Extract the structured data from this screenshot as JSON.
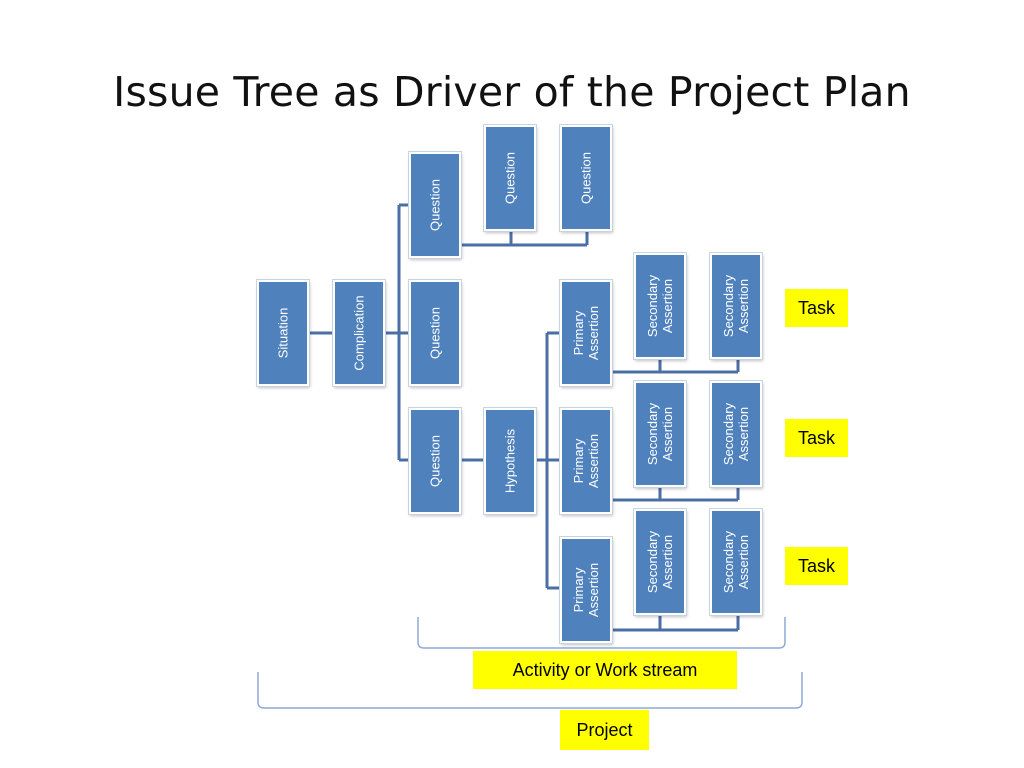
{
  "slide": {
    "title": "Issue Tree as Driver of the Project Plan"
  },
  "nodes": {
    "situation": "Situation",
    "complication": "Complication",
    "question_top": "Question",
    "question_mid": "Question",
    "question_bottom": "Question",
    "question_sub_1": "Question",
    "question_sub_2": "Question",
    "hypothesis": "Hypothesis",
    "primary_assertion": "Primary\nAssertion",
    "secondary_assertion": "Secondary\nAssertion"
  },
  "labels": {
    "task_1": "Task",
    "task_2": "Task",
    "task_3": "Task",
    "activity": "Activity or Work stream",
    "project": "Project"
  },
  "colors": {
    "box_fill": "#4f81bd",
    "connector": "#4a6fa5",
    "highlight": "#ffff00",
    "bracket": "#8eaad6"
  }
}
